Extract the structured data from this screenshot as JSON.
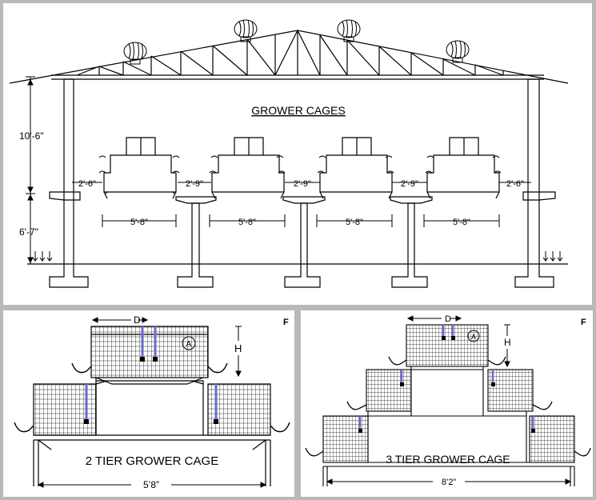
{
  "main": {
    "title": "GROWER CAGES",
    "height_upper": "10'-6\"",
    "height_lower": "6'-7\"",
    "aisles": [
      "2'-6\"",
      "2'-9\"",
      "2'-9\"",
      "2'-9\"",
      "2'-6\""
    ],
    "widths": [
      "5'-8\"",
      "5'-8\"",
      "5'-8\"",
      "5'-8\""
    ]
  },
  "left_panel": {
    "corner_label": "F",
    "dim_d": "D",
    "dim_h": "H",
    "callout": "A",
    "caption": "2 TIER GROWER CAGE",
    "width": "5’8”"
  },
  "right_panel": {
    "corner_label": "F",
    "dim_d": "D",
    "dim_h": "H",
    "callout": "A",
    "caption": "3 TIER GROWER CAGE",
    "width": "8’2”"
  }
}
